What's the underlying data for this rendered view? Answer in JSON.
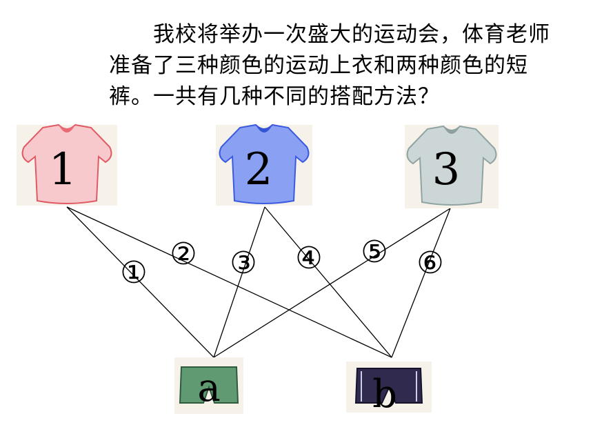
{
  "problem": {
    "text": "我校将举办一次盛大的运动会，体育老师准备了三种颜色的运动上衣和两种颜色的短裤。一共有几种不同的搭配方法？"
  },
  "shirts": [
    {
      "label": "1",
      "color": "#f7c9cc",
      "outline": "#e05a66",
      "collar": "#e96a74"
    },
    {
      "label": "2",
      "color": "#8aa0f2",
      "outline": "#3a5ae0",
      "collar": "#3553d6"
    },
    {
      "label": "3",
      "color": "#cdd6d6",
      "outline": "#8fa3a3",
      "collar": "#8e9f9f"
    }
  ],
  "shorts": [
    {
      "label": "a",
      "color": "#5f9a73",
      "outline": "#2f5a3e"
    },
    {
      "label": "b",
      "color": "#2f2a4e",
      "outline": "#15122a"
    }
  ],
  "combinations": [
    {
      "label": "①",
      "shirt": "1",
      "shorts": "a"
    },
    {
      "label": "②",
      "shirt": "1",
      "shorts": "b"
    },
    {
      "label": "③",
      "shirt": "2",
      "shorts": "a"
    },
    {
      "label": "④",
      "shirt": "2",
      "shorts": "b"
    },
    {
      "label": "⑤",
      "shirt": "3",
      "shorts": "a"
    },
    {
      "label": "⑥",
      "shirt": "3",
      "shorts": "b"
    }
  ]
}
